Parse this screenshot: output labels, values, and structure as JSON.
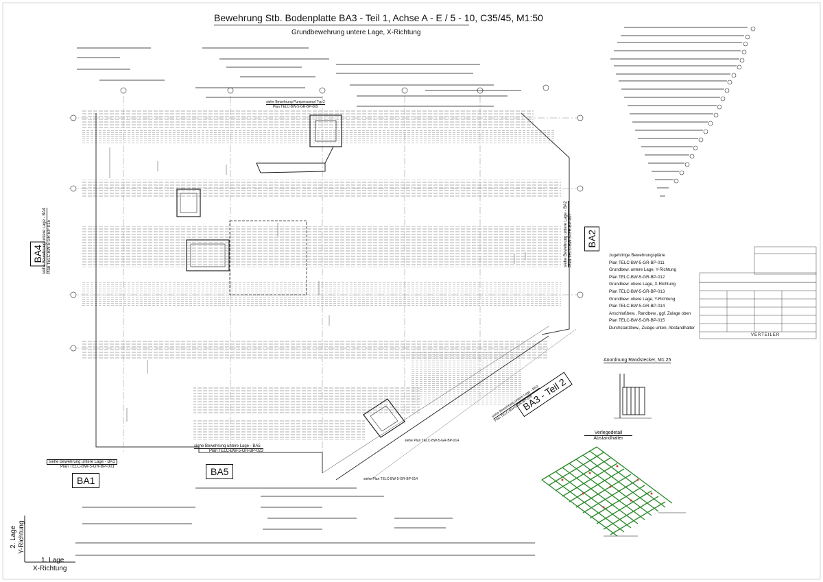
{
  "drawing": {
    "title": "Bewehrung Stb. Bodenplatte BA3 - Teil 1, Achse A - E /  5 - 10, C35/45, M1:50",
    "subtitle": "Grundbewehrung untere Lage, X-Richtung"
  },
  "zones": {
    "ba1": "BA1",
    "ba2": "BA2",
    "ba4": "BA4",
    "ba5": "BA5",
    "ba3_teil2": "BA3 - Teil 2"
  },
  "refs": {
    "ba4_title": "siehe Bewehrung untere Lage - BA4",
    "ba4_plan": "Plan TELC-BW-5-GR-BP-015",
    "ba2_title": "siehe Bewehrung untere Lage - BA2",
    "ba2_plan": "Plan TELC-BW-5-GR-BP-007",
    "ba1_title": "siehe Bewehrung untere Lage - BA1",
    "ba1_plan": "Plan TELC-BW-5-GR-BP-001",
    "ba5_title": "siehe Bewehrung untere Lage - BA5",
    "ba5_plan": "Plan TELC-BW-5-GR-BP-023",
    "ba3_title": "siehe Bewehrung untere Lage - BA3",
    "ba3_plan": "Plan TELC-BW-5-GR-BP-026",
    "pumpensumpf_title": "siehe Bewehrung Pumpensumpf Typ 2",
    "pumpensumpf_plan": "Plan TELC-BW-5-GR-BP-009",
    "plan_014a": "siehe Plan TELC-BW-5-GR-BP-014",
    "plan_014b": "siehe Plan TELC-BW-5-GR-BP-014"
  },
  "related_plans": [
    "zugehörige Bewehrungspläne",
    "Plan TELC-BW-5-GR-BP-011",
    "Grundbew. untere Lage, Y-Richtung",
    "Plan TELC-BW-5-GR-BP-012",
    "Grundbew. obere Lage, X-Richtung",
    "Plan TELC-BW-5-GR-BP-013",
    "Grundbew. obere Lage, Y-Richtung",
    "Plan TELC-BW-5-GR-BP-014",
    "Anschlußbew., Randbew., ggf. Zulage oben",
    "Plan TELC-BW-5-GR-BP-015",
    "Durchstanzbew., Zulage unten, Abstandhalter"
  ],
  "details": {
    "randstecker": "Anordnung Randstecker, M1:25",
    "verlegedetail_line1": "Verlegedetail",
    "verlegedetail_line2": "Abstandhalter",
    "verteiler": "VERTEILER"
  },
  "layer_legend": {
    "lage2": "2. Lage",
    "y_richtung": "Y-Richtung",
    "lage1": "1. Lage",
    "x_richtung": "X-Richtung"
  },
  "colors": {
    "line": "#111111",
    "hatch": "#9a9a9a",
    "rebar_green": "#2e8b2e",
    "rebar_red": "#d23a3a"
  }
}
